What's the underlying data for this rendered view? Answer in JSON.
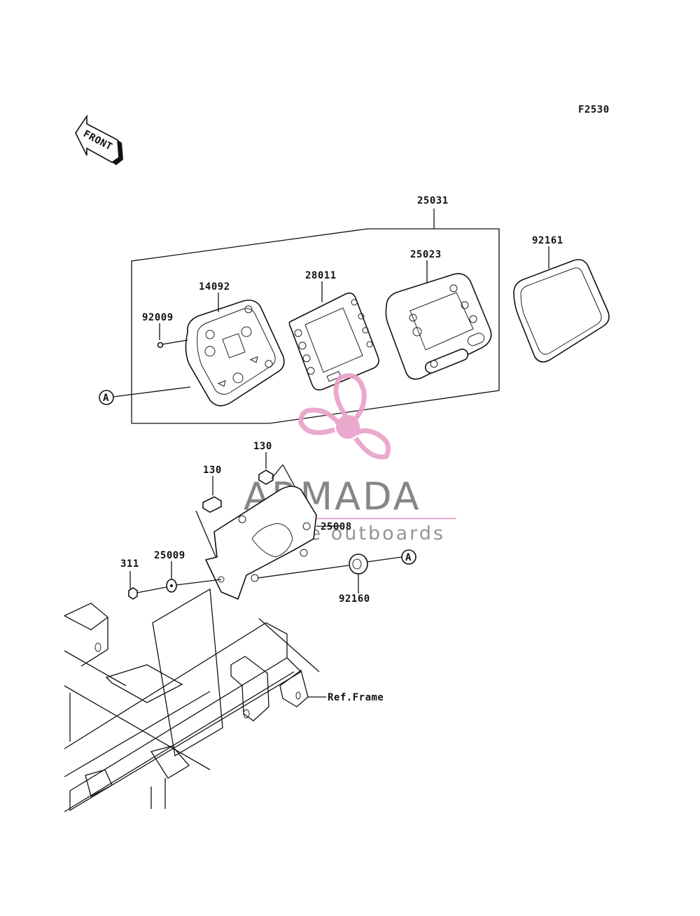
{
  "figure_code": "F2530",
  "front_arrow_label": "FRONT",
  "callout_letter": "A",
  "parts": {
    "p25031": "25031",
    "p25023": "25023",
    "p92161": "92161",
    "p14092": "14092",
    "p28011": "28011",
    "p92009": "92009",
    "p130a": "130",
    "p130b": "130",
    "p25008": "25008",
    "p311": "311",
    "p25009": "25009",
    "p92160": "92160"
  },
  "ref_frame": "Ref.Frame",
  "watermark": {
    "title": "ARMADA",
    "subtitle": "marine outboards",
    "accent": "#e8a0c8"
  }
}
